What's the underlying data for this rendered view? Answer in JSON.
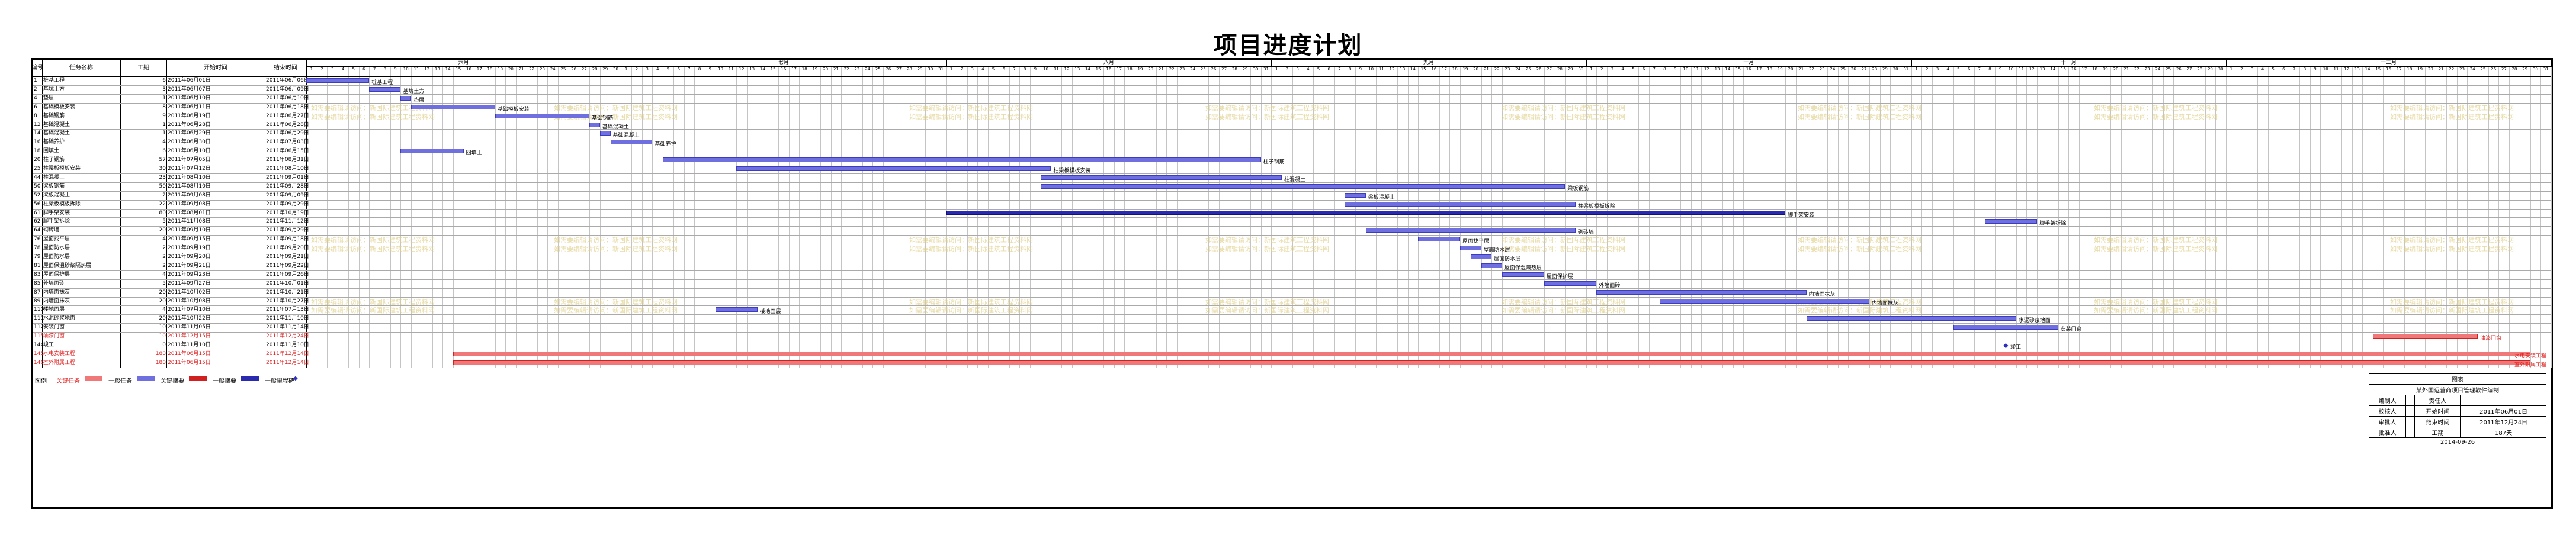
{
  "title": "项目进度计划",
  "columns": {
    "id": "编号",
    "name": "任务名称",
    "duration": "工期",
    "start": "开始时间",
    "end": "结束时间"
  },
  "months": [
    "六月",
    "七月",
    "八月",
    "九月",
    "十月",
    "十一月",
    "十二月"
  ],
  "month_days": [
    30,
    31,
    31,
    30,
    31,
    30,
    31
  ],
  "tasks": [
    {
      "id": "1",
      "name": "桩基工程",
      "dur": "6",
      "start": "2011年06月01日",
      "end": "2011年06月06日",
      "s": 1,
      "d": 6,
      "label": "桩基工程",
      "kind": "normal"
    },
    {
      "id": "2",
      "name": "基坑土方",
      "dur": "3",
      "start": "2011年06月07日",
      "end": "2011年06月09日",
      "s": 7,
      "d": 3,
      "label": "基坑土方",
      "kind": "normal"
    },
    {
      "id": "4",
      "name": "垫层",
      "dur": "1",
      "start": "2011年06月10日",
      "end": "2011年06月10日",
      "s": 10,
      "d": 1,
      "label": "垫层",
      "kind": "normal"
    },
    {
      "id": "6",
      "name": "基础模板安装",
      "dur": "8",
      "start": "2011年06月11日",
      "end": "2011年06月18日",
      "s": 11,
      "d": 8,
      "label": "基础模板安装",
      "kind": "normal"
    },
    {
      "id": "8",
      "name": "基础钢筋",
      "dur": "9",
      "start": "2011年06月19日",
      "end": "2011年06月27日",
      "s": 19,
      "d": 9,
      "label": "基础钢筋",
      "kind": "normal"
    },
    {
      "id": "12",
      "name": "基础混凝土",
      "dur": "1",
      "start": "2011年06月28日",
      "end": "2011年06月28日",
      "s": 28,
      "d": 1,
      "label": "基础混凝土",
      "kind": "normal"
    },
    {
      "id": "14",
      "name": "基础混凝土",
      "dur": "1",
      "start": "2011年06月29日",
      "end": "2011年06月29日",
      "s": 29,
      "d": 1,
      "label": "基础混凝土",
      "kind": "normal"
    },
    {
      "id": "16",
      "name": "基础养护",
      "dur": "4",
      "start": "2011年06月30日",
      "end": "2011年07月03日",
      "s": 30,
      "d": 4,
      "label": "基础养护",
      "kind": "normal"
    },
    {
      "id": "18",
      "name": "回填土",
      "dur": "6",
      "start": "2011年06月10日",
      "end": "2011年06月15日",
      "s": 10,
      "d": 6,
      "label": "回填土",
      "kind": "normal"
    },
    {
      "id": "20",
      "name": "柱子钢筋",
      "dur": "57",
      "start": "2011年07月05日",
      "end": "2011年08月31日",
      "s": 35,
      "d": 57,
      "label": "柱子钢筋",
      "kind": "normal"
    },
    {
      "id": "25",
      "name": "柱梁板模板安装",
      "dur": "30",
      "start": "2011年07月12日",
      "end": "2011年08月10日",
      "s": 42,
      "d": 30,
      "label": "柱梁板模板安装",
      "kind": "normal"
    },
    {
      "id": "44",
      "name": "柱混凝土",
      "dur": "23",
      "start": "2011年08月10日",
      "end": "2011年09月01日",
      "s": 71,
      "d": 23,
      "label": "柱混凝土",
      "kind": "normal"
    },
    {
      "id": "50",
      "name": "梁板钢筋",
      "dur": "50",
      "start": "2011年08月10日",
      "end": "2011年09月28日",
      "s": 71,
      "d": 50,
      "label": "梁板钢筋",
      "kind": "normal"
    },
    {
      "id": "52",
      "name": "梁板混凝土",
      "dur": "2",
      "start": "2011年09月08日",
      "end": "2011年09月09日",
      "s": 100,
      "d": 2,
      "label": "梁板混凝土",
      "kind": "normal"
    },
    {
      "id": "56",
      "name": "柱梁板模板拆除",
      "dur": "22",
      "start": "2011年09月08日",
      "end": "2011年09月29日",
      "s": 100,
      "d": 22,
      "label": "柱梁板模板拆除",
      "kind": "normal"
    },
    {
      "id": "61",
      "name": "脚手架安装",
      "dur": "80",
      "start": "2011年08月01日",
      "end": "2011年10月19日",
      "s": 62,
      "d": 80,
      "label": "脚手架安装",
      "kind": "summary"
    },
    {
      "id": "62",
      "name": "脚手架拆除",
      "dur": "5",
      "start": "2011年11月08日",
      "end": "2011年11月12日",
      "s": 161,
      "d": 5,
      "label": "脚手架拆除",
      "kind": "normal"
    },
    {
      "id": "64",
      "name": "砌砖墙",
      "dur": "20",
      "start": "2011年09月10日",
      "end": "2011年09月29日",
      "s": 102,
      "d": 20,
      "label": "砌砖墙",
      "kind": "normal"
    },
    {
      "id": "76",
      "name": "屋面找平层",
      "dur": "4",
      "start": "2011年09月15日",
      "end": "2011年09月18日",
      "s": 107,
      "d": 4,
      "label": "屋面找平层",
      "kind": "normal"
    },
    {
      "id": "78",
      "name": "屋面防水层",
      "dur": "2",
      "start": "2011年09月19日",
      "end": "2011年09月20日",
      "s": 111,
      "d": 2,
      "label": "屋面防水层",
      "kind": "normal"
    },
    {
      "id": "79",
      "name": "屋面防水层",
      "dur": "2",
      "start": "2011年09月20日",
      "end": "2011年09月21日",
      "s": 112,
      "d": 2,
      "label": "屋面防水层",
      "kind": "normal"
    },
    {
      "id": "81",
      "name": "屋面保温砂浆隔热层",
      "dur": "2",
      "start": "2011年09月21日",
      "end": "2011年09月22日",
      "s": 113,
      "d": 2,
      "label": "屋面保温隔热层",
      "kind": "normal"
    },
    {
      "id": "83",
      "name": "屋面保护层",
      "dur": "4",
      "start": "2011年09月23日",
      "end": "2011年09月26日",
      "s": 115,
      "d": 4,
      "label": "屋面保护层",
      "kind": "normal"
    },
    {
      "id": "85",
      "name": "外墙面砖",
      "dur": "5",
      "start": "2011年09月27日",
      "end": "2011年10月01日",
      "s": 119,
      "d": 5,
      "label": "外墙面砖",
      "kind": "normal"
    },
    {
      "id": "87",
      "name": "内墙面抹灰",
      "dur": "20",
      "start": "2011年10月02日",
      "end": "2011年10月21日",
      "s": 124,
      "d": 20,
      "label": "内墙面抹灰",
      "kind": "normal"
    },
    {
      "id": "89",
      "name": "内墙面抹灰",
      "dur": "20",
      "start": "2011年10月08日",
      "end": "2011年10月27日",
      "s": 130,
      "d": 20,
      "label": "内墙面抹灰",
      "kind": "normal"
    },
    {
      "id": "110",
      "name": "楼地面层",
      "dur": "4",
      "start": "2011年07月10日",
      "end": "2011年07月13日",
      "s": 40,
      "d": 4,
      "label": "楼地面层",
      "kind": "normal"
    },
    {
      "id": "111",
      "name": "水泥砂浆地面",
      "dur": "20",
      "start": "2011年10月22日",
      "end": "2011年11月10日",
      "s": 144,
      "d": 20,
      "label": "水泥砂浆地面",
      "kind": "normal"
    },
    {
      "id": "112",
      "name": "安装门窗",
      "dur": "10",
      "start": "2011年11月05日",
      "end": "2011年11月14日",
      "s": 158,
      "d": 10,
      "label": "安装门窗",
      "kind": "normal"
    },
    {
      "id": "115",
      "name": "油漆门窗",
      "dur": "10",
      "start": "2011年12月15日",
      "end": "2011年12月24日",
      "s": 198,
      "d": 10,
      "label": "油漆门窗",
      "kind": "critical"
    },
    {
      "id": "144",
      "name": "竣工",
      "dur": "0",
      "start": "2011年11月10日",
      "end": "2011年11月10日",
      "s": 163,
      "d": 0,
      "label": "竣工",
      "kind": "milestone"
    },
    {
      "id": "145",
      "name": "水电安装工程",
      "dur": "180",
      "start": "2011年06月15日",
      "end": "2011年12月14日",
      "s": 15,
      "d": 198,
      "label": "水电安装工程",
      "kind": "critical"
    },
    {
      "id": "146",
      "name": "室外附属工程",
      "dur": "180",
      "start": "2011年06月15日",
      "end": "2011年12月14日",
      "s": 15,
      "d": 198,
      "label": "室外附属工程",
      "kind": "critical"
    }
  ],
  "legend": {
    "title": "图例",
    "items": [
      "关键任务",
      "一般任务",
      "关键摘要",
      "一般摘要",
      "一般里程碑"
    ]
  },
  "info": {
    "header": "图表",
    "project": "某外国运营商项目管理软件编制",
    "rows": [
      [
        "编制人",
        "",
        "责任人",
        ""
      ],
      [
        "校核人",
        "",
        "开始时间",
        "2011年06月01日"
      ],
      [
        "审批人",
        "",
        "结束时间",
        "2011年12月24日"
      ],
      [
        "批准人",
        "",
        "工期",
        "187天"
      ]
    ],
    "date": "2014-09-26"
  },
  "watermark": "如需要编辑请访问：新国际建筑工程资料网",
  "colors": {
    "task": "#6f6fe0",
    "critical": "#f07878",
    "summary": "#2a2ab0",
    "grid": "#9a9a9a"
  }
}
